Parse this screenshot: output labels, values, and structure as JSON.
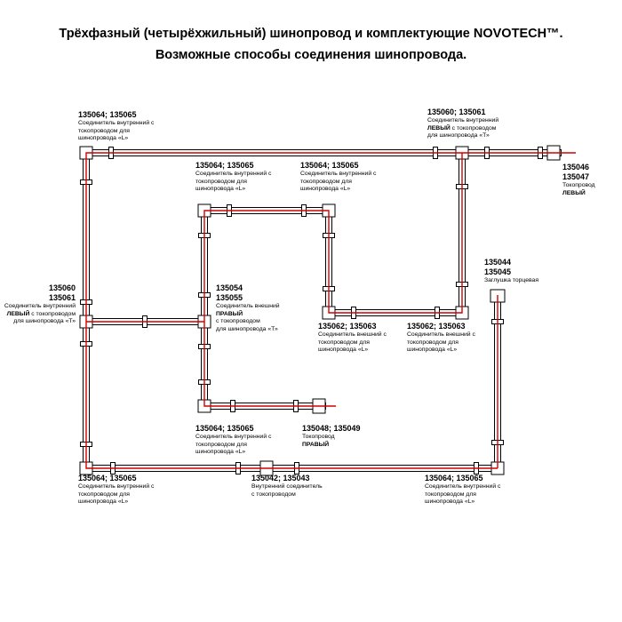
{
  "title": {
    "line1": "Трёхфазный (четырёхжильный) шинопровод и комплектующие NOVOTECH™.",
    "line2": "Возможные способы соединения шинопровода."
  },
  "colors": {
    "track_outline": "#000000",
    "track_fill": "#ffffff",
    "conductor": "#d40000"
  },
  "labels": [
    {
      "code1": "135064; 135065",
      "pre": "Соединитель внутренний с\nтокопроводом для\nшинопровода «L»"
    },
    {
      "code1": "135060; 135061",
      "pre": "Соединитель внутренний\n",
      "bold": "ЛЕВЫЙ",
      "post": " с токопроводом\nдля шинопровода «Т»"
    },
    {
      "code1": "135064; 135065",
      "pre": "Соединитель внутренний с\nтокопроводом для\nшинопровода «L»"
    },
    {
      "code1": "135064; 135065",
      "pre": "Соединитель внутренний с\nтокопроводом для\nшинопровода «L»"
    },
    {
      "code1": "135046",
      "code2": "135047",
      "pre": "Токопровод\n",
      "bold": "ЛЕВЫЙ"
    },
    {
      "code1": "135044",
      "code2": "135045",
      "pre": "Заглушка торцевая"
    },
    {
      "code1": "135060",
      "code2": "135061",
      "pre": "Соединитель внутренний\n",
      "bold": "ЛЕВЫЙ",
      "post": " с токопроводом\nдля шинопровода «Т»"
    },
    {
      "code1": "135054",
      "code2": "135055",
      "pre": "Соединитель внешний\n",
      "bold": "ПРАВЫЙ",
      "post": "\nс токопроводом\nдля шинопровода «Т»"
    },
    {
      "code1": "135062; 135063",
      "pre": "Соединитель внешний с\nтокопроводом для\nшинопровода «L»"
    },
    {
      "code1": "135062; 135063",
      "pre": "Соединитель внешний с\nтокопроводом для\nшинопровода «L»"
    },
    {
      "code1": "135064; 135065",
      "pre": "Соединитель внутренний с\nтокопроводом для\nшинопровода «L»"
    },
    {
      "code1": "135048; 135049",
      "pre": "Токопровод\n",
      "bold": "ПРАВЫЙ"
    },
    {
      "code1": "135064; 135065",
      "pre": "Соединитель внутренний с\nтокопроводом для\nшинопровода «L»"
    },
    {
      "code1": "135042; 135043",
      "pre": "Внутренний соединитель\nс токопроводом"
    },
    {
      "code1": "135064; 135065",
      "pre": "Соединитель внутренний с\nтокопроводом для\nшинопровода «L»"
    }
  ]
}
